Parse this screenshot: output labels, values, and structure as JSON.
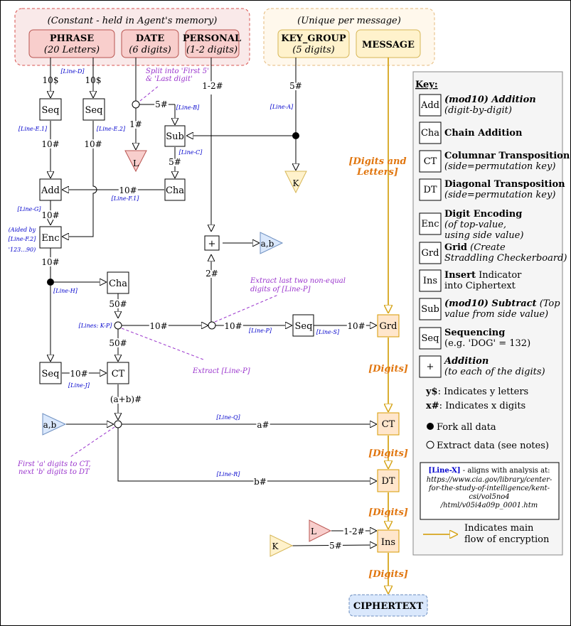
{
  "groups": {
    "constant": "(Constant - held in Agent's memory)",
    "unique": "(Unique per message)"
  },
  "inputs": {
    "phrase": {
      "title": "PHRASE",
      "sub": "(20 Letters)"
    },
    "date": {
      "title": "DATE",
      "sub": "(6 digits)"
    },
    "personal": {
      "title": "PERSONAL",
      "sub": "(1-2 digits)"
    },
    "key_group": {
      "title": "KEY_GROUP",
      "sub": "(5 digits)"
    },
    "message": {
      "title": "MESSAGE"
    }
  },
  "nodes": {
    "seq1": "Seq",
    "seq2": "Seq",
    "sub": "Sub",
    "add": "Add",
    "cha1": "Cha",
    "enc": "Enc",
    "cha2": "Cha",
    "plus": "+",
    "seq3": "Seq",
    "grd": "Grd",
    "seq4": "Seq",
    "ct1": "CT",
    "ct2": "CT",
    "dt": "DT",
    "ins": "Ins",
    "L1": "L",
    "K1": "K",
    "ab1": "a,b",
    "ab2": "a,b",
    "L2": "L",
    "K2": "K"
  },
  "edges": {
    "phrase_10s": "10$",
    "phrase2_10s": "10$",
    "date_1_2": "1-2#",
    "kg_5": "5#",
    "split_5": "5#",
    "split_1": "1#",
    "sub_5": "5#",
    "seq1_10": "10#",
    "seq2_10": "10#",
    "cha_10": "10#",
    "add_10": "10#",
    "enc_10": "10#",
    "cha2_50": "50#",
    "kp_50": "50#",
    "kp_10": "10#",
    "p_10": "10#",
    "seq3_10": "10#",
    "plus_2": "2#",
    "seq4_10": "10#",
    "ct_ab": "(a+b)#",
    "a_hash": "a#",
    "b_hash": "b#",
    "L_12": "1-2#",
    "K_5": "5#"
  },
  "flow_labels": {
    "digits_letters_1": "[Digits and",
    "digits_letters_2": "Letters]",
    "digits1": "[Digits]",
    "digits2": "[Digits]",
    "digits3": "[Digits]",
    "digits4": "[Digits]"
  },
  "line_refs": {
    "lineD": "[Line-D]",
    "lineA": "[Line-A]",
    "lineB": "[Line-B]",
    "lineC": "[Line-C]",
    "lineE1": "[Line-E.1]",
    "lineE2": "[Line-E.2]",
    "lineF1": "[Line-F.1]",
    "lineG": "[Line-G]",
    "aided1": "(Aided by",
    "aided2": "[Line-F.2]",
    "aided3": "'123...90)",
    "lineH": "[Line-H]",
    "linesKP": "[Lines: K-P]",
    "lineP": "[Line-P]",
    "lineS": "[Line-S]",
    "lineJ": "[Line-J]",
    "lineQ": "[Line-Q]",
    "lineR": "[Line-R]"
  },
  "annotations": {
    "split1": "Split into 'First 5'",
    "split2": "& 'Last digit'",
    "extract_last1": "Extract last two non-equal",
    "extract_last2": "digits of [Line-P]",
    "extract_p": "Extract [Line-P]",
    "first_a1": "First 'a' digits to CT,",
    "first_a2": "next 'b' digits to DT"
  },
  "output": "CIPHERTEXT",
  "key": {
    "title": "Key:",
    "items": [
      {
        "icon": "Add",
        "t1": "(mod10) Addition",
        "t2": "(digit-by-digit)"
      },
      {
        "icon": "Cha",
        "t1": "Chain Addition",
        "t2": ""
      },
      {
        "icon": "CT",
        "t1": "Columnar Transposition",
        "t2": "(side=permutation key)"
      },
      {
        "icon": "DT",
        "t1": "Diagonal Transposition",
        "t2": "(side=permutation key)"
      },
      {
        "icon": "Enc",
        "t1": "Digit Encoding",
        "t2": "(of top-value,",
        "t3": "using side value)"
      },
      {
        "icon": "Grd",
        "t1": "Grid",
        "t1b": " (Create",
        "t2": "Straddling Checkerboard)"
      },
      {
        "icon": "Ins",
        "t1": "Insert",
        "t1b": " Indicator",
        "t2": "into Ciphertext"
      },
      {
        "icon": "Sub",
        "t1": "(mod10) Subtract",
        "t1b": " (Top",
        "t2": "value from side value)"
      },
      {
        "icon": "Seq",
        "t1": "Sequencing",
        "t2": "(e.g. 'DOG' = 132)"
      },
      {
        "icon": "+",
        "t1": "Addition",
        "t2": "(to each of the digits)"
      }
    ],
    "ys_b": "y$",
    "ys_t": ": Indicates y letters",
    "xh_b": "x#",
    "xh_t": ": Indicates x digits",
    "fork": "Fork all data",
    "extract": "Extract data (see notes)",
    "ref_b": "[Line-X]",
    "ref_t": " - aligns with analysis at:",
    "url": [
      "https://www.cia.gov/library/center-",
      "for-the-study-of-intelligence/kent-",
      "csi/vol5no4",
      "/html/v05i4a09p_0001.htm"
    ],
    "main1": "Indicates main",
    "main2": "flow of encryption"
  },
  "colors": {
    "red_fill": "#f8cecc",
    "red_stroke": "#b85450",
    "red_group": "#f9e9e9",
    "orange_fill": "#ffe6cc",
    "orange_stroke": "#d79b00",
    "orange_group": "#fff8ec",
    "yellow_fill": "#fff2cc",
    "blue_fill": "#dae8fc",
    "blue_stroke": "#6c8ebf",
    "gold_line": "#d6a51c",
    "orange_text": "#e1760f",
    "purple": "#9933cc",
    "ref_blue": "#0000cc"
  }
}
